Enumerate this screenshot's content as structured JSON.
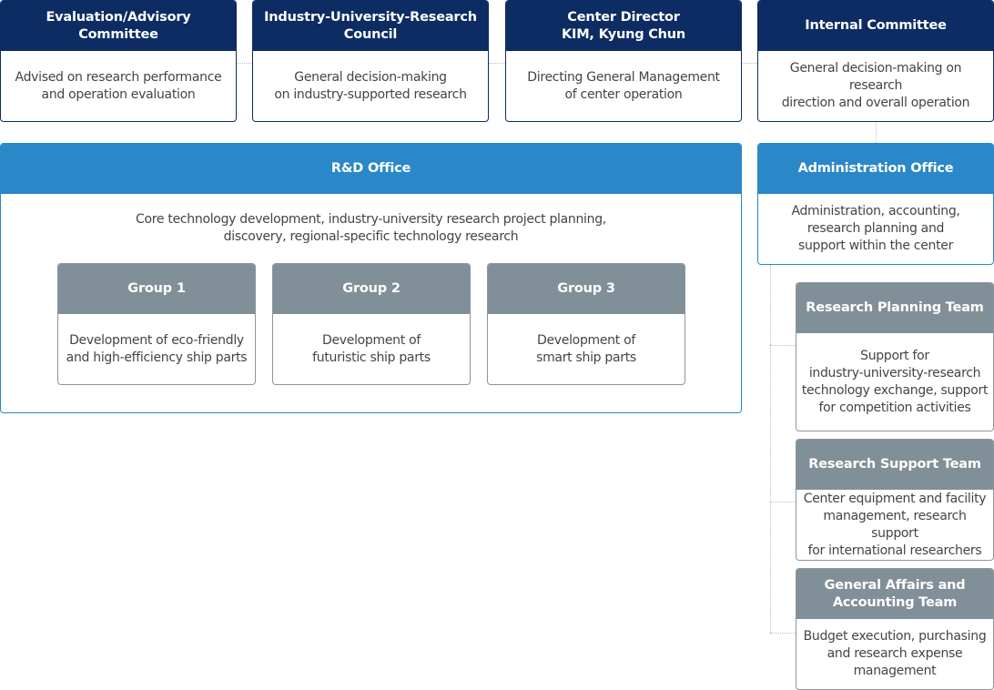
{
  "top_row": [
    {
      "title": "Evaluation/Advisory\nCommittee",
      "description": "Advised on research performance\nand operation evaluation"
    },
    {
      "title": "Industry-University-Research\nCouncil",
      "description": "General decision-making\non industry-supported research"
    },
    {
      "title": "Center Director\nKIM, Kyung Chun",
      "description": "Directing General Management\nof center operation"
    },
    {
      "title": "Internal Committee",
      "description": "General decision-making on research\ndirection and overall operation"
    }
  ],
  "rd_office": {
    "title": "R&D Office",
    "description": "Core technology development, industry-university research project planning,\ndiscovery, regional-specific technology research",
    "groups": [
      {
        "title": "Group 1",
        "description": "Development of eco-friendly\nand high-efficiency ship parts"
      },
      {
        "title": "Group 2",
        "description": "Development of\nfuturistic ship parts"
      },
      {
        "title": "Group 3",
        "description": "Development of\nsmart ship parts"
      }
    ]
  },
  "admin_office": {
    "title": "Administration Office",
    "description": "Administration, accounting,\nresearch planning and\nsupport within the center",
    "teams": [
      {
        "title": "Research Planning Team",
        "description": "Support for\nindustry-university-research\ntechnology exchange, support\nfor competition activities"
      },
      {
        "title": "Research Support Team",
        "description": "Center equipment and  facility\nmanagement, research support\nfor international researchers"
      },
      {
        "title": "General Affairs and\nAccounting Team",
        "description": "Budget execution, purchasing\nand research expense\nmanagement"
      }
    ]
  },
  "colors": {
    "navy": "#0d2c63",
    "blue": "#2a87c8",
    "gray": "#818f98",
    "connector": "#b8bfc5"
  }
}
